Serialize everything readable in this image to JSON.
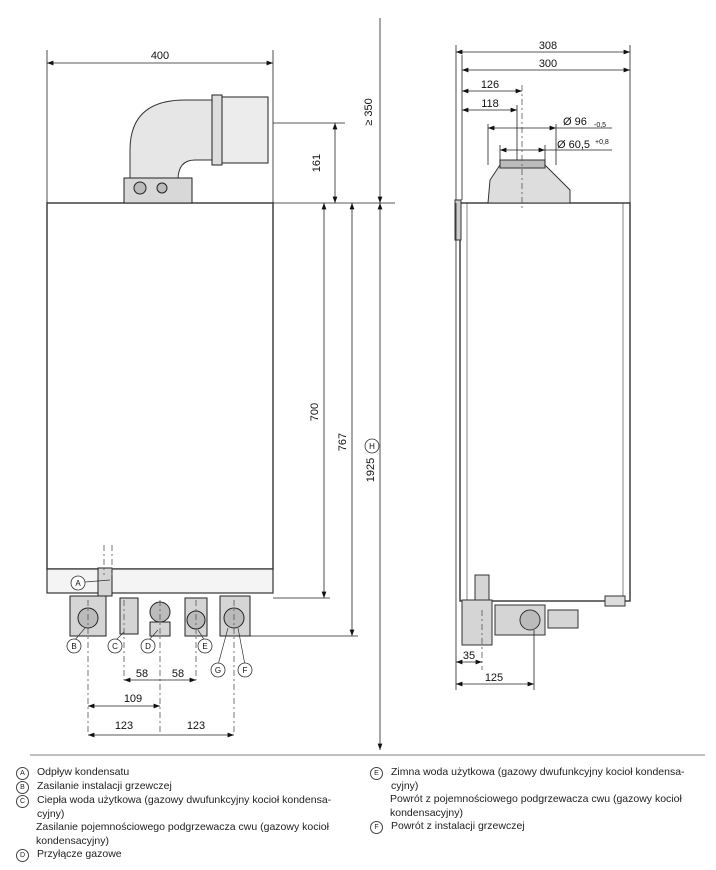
{
  "dimensions": {
    "front_width": "400",
    "pipe_height": "161",
    "clearance_top": "≥ 350",
    "body_height": "700",
    "mount_height": "767",
    "total_height": "1925",
    "conn_spacing": "58",
    "conn_offset": "109",
    "conn_outer": "123",
    "side_depth_outer": "308",
    "side_depth": "300",
    "flue_offset_outer": "126",
    "flue_offset_inner": "118",
    "flue_outer_diameter": "Ø 96",
    "flue_outer_tol": "-0,5",
    "flue_inner_diameter": "Ø 60,5",
    "flue_inner_tol": "+0,8",
    "side_conn_offset": "35",
    "side_conn_depth": "125"
  },
  "markers": {
    "a": "A",
    "b": "B",
    "c": "C",
    "d": "D",
    "e": "E",
    "f": "F",
    "g": "G",
    "h": "H"
  },
  "legend": {
    "left": [
      {
        "marker": "A",
        "text": "Odpływ kondensatu"
      },
      {
        "marker": "B",
        "text": "Zasilanie instalacji grzewczej"
      },
      {
        "marker": "C",
        "text": "Ciepła woda użytkowa (gazowy dwufunkcyjny kocioł kondensa-\ncyjny)"
      },
      {
        "marker": "",
        "text": "Zasilanie pojemnościowego podgrzewacza cwu (gazowy kocioł\nkondensacyjny)"
      },
      {
        "marker": "D",
        "text": "Przyłącze gazowe"
      }
    ],
    "right": [
      {
        "marker": "E",
        "text": "Zimna woda użytkowa (gazowy dwufunkcyjny kocioł kondensa-\ncyjny)"
      },
      {
        "marker": "",
        "text": "Powrót z pojemnościowego podgrzewacza cwu (gazowy kocioł\nkondensacyjny)"
      },
      {
        "marker": "F",
        "text": "Powrót z instalacji grzewczej"
      }
    ]
  }
}
